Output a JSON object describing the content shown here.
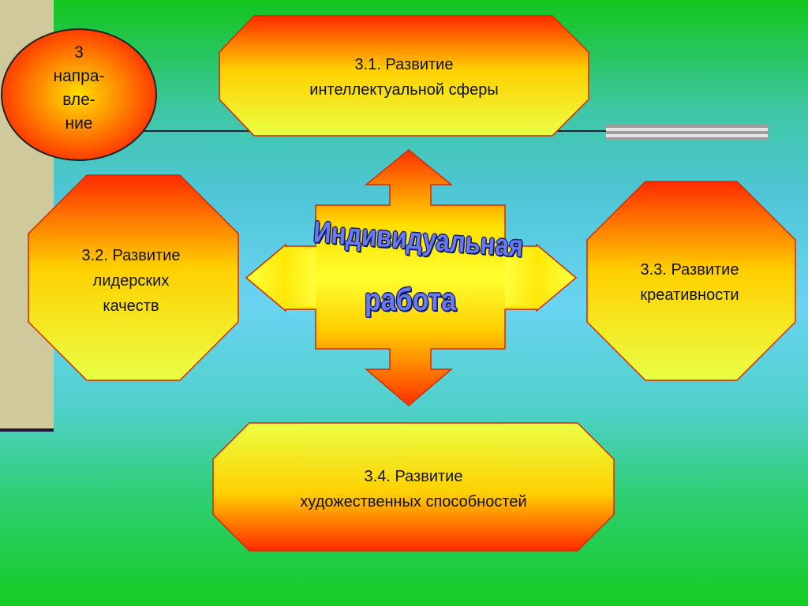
{
  "badge": {
    "lines": [
      "3",
      "напра-",
      "вле-",
      "ние"
    ]
  },
  "center": {
    "title_line1": "Индивидуальная",
    "title_line2": "работа"
  },
  "boxes": {
    "top": {
      "line1": "3.1. Развитие",
      "line2": "интеллектуальной сферы"
    },
    "left": {
      "line1": "3.2. Развитие",
      "line2": "лидерских",
      "line3": "качеств"
    },
    "right": {
      "line1": "3.3. Развитие",
      "line2": "креативности"
    },
    "bottom": {
      "line1": "3.4. Развитие",
      "line2": "художественных способностей"
    }
  },
  "colors": {
    "shape_top": "#ff2a00",
    "shape_mid": "#ffd000",
    "shape_light": "#eaff44",
    "title_fill": "#6a7ae8",
    "title_outline": "#0c1a6a"
  }
}
